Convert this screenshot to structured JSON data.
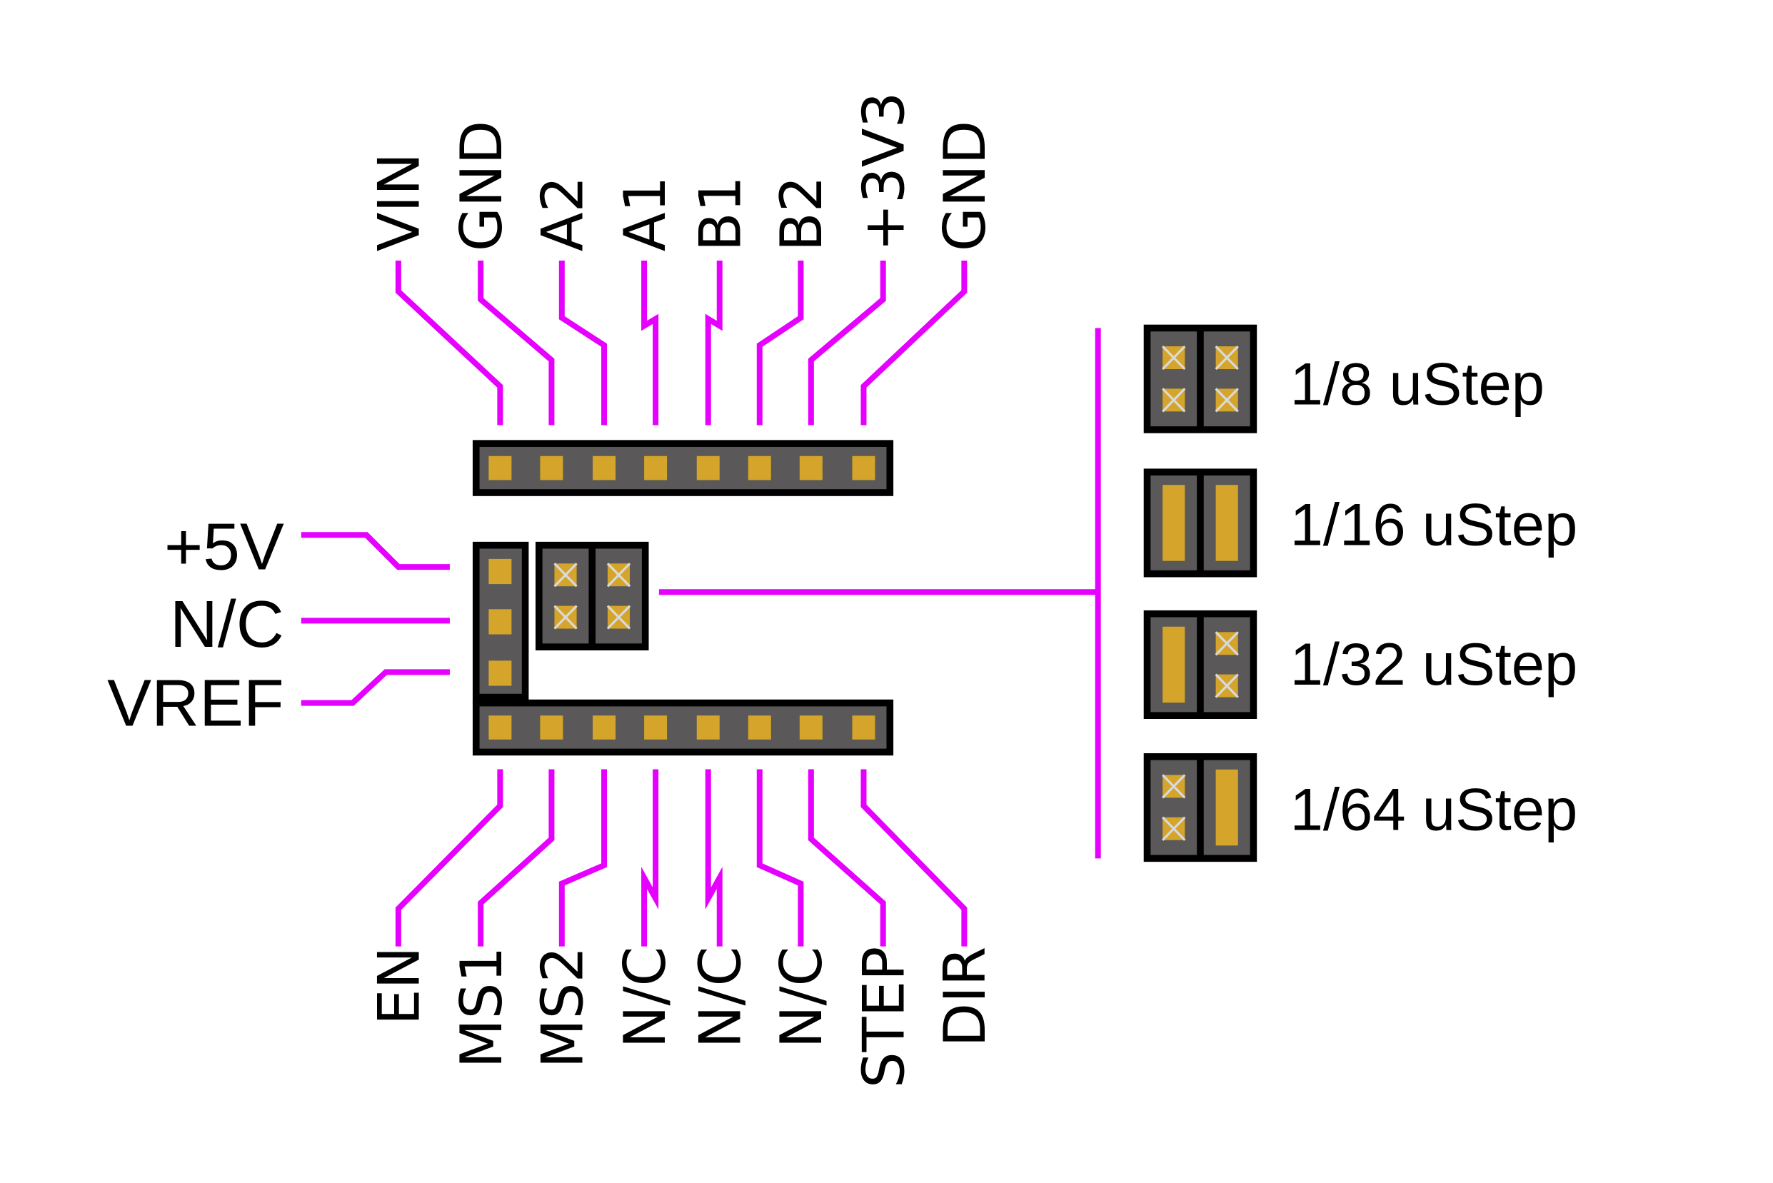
{
  "title": "Stepper driver pinout",
  "colors": {
    "trace": "#e600ff",
    "board": "#000000",
    "body": "#5a5858",
    "pad": "#d4a52a",
    "cross": "#d9d9d9"
  },
  "top_header": {
    "pins": [
      "VIN",
      "GND",
      "A2",
      "A1",
      "B1",
      "B2",
      "+3V3",
      "GND"
    ]
  },
  "bottom_header": {
    "pins": [
      "EN",
      "MS1",
      "MS2",
      "N/C",
      "N/C",
      "N/C",
      "STEP",
      "DIR"
    ]
  },
  "side_header": {
    "pins": [
      "+5V",
      "N/C",
      "VREF"
    ]
  },
  "microstep_legend": [
    {
      "label": "1/8 uStep",
      "left": "open",
      "right": "open"
    },
    {
      "label": "1/16 uStep",
      "left": "bridged",
      "right": "bridged"
    },
    {
      "label": "1/32 uStep",
      "left": "bridged",
      "right": "open"
    },
    {
      "label": "1/64 uStep",
      "left": "open",
      "right": "bridged"
    }
  ]
}
